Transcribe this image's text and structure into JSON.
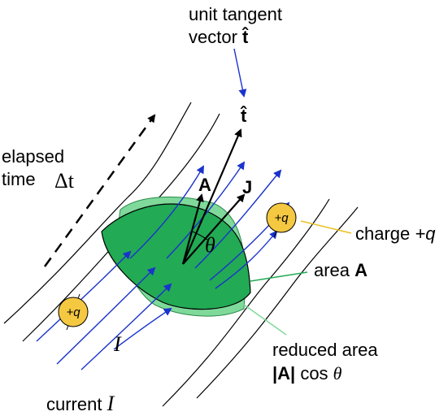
{
  "tangent_label": {
    "line1": "unit tangent",
    "line2_prefix": "vector ",
    "symbol": "t̂"
  },
  "tangent_symbol": "t̂",
  "time_label": {
    "line1": "elapsed",
    "line2": "time",
    "symbol": "Δt"
  },
  "vector_A": "A",
  "vector_J": "J",
  "angle_symbol": "θ",
  "charge_badge": "+q",
  "charge_label": {
    "prefix": "charge ",
    "value": "+q"
  },
  "area_label": {
    "prefix": "area ",
    "symbol": "A"
  },
  "reduced_area_label": {
    "line1": "reduced area",
    "line2_A": "|A|",
    "line2_cos": " cos ",
    "line2_theta": "θ"
  },
  "current_inside": "I",
  "current_label": {
    "prefix": "current ",
    "symbol": "I"
  },
  "colors": {
    "field_line": "#1a33cc",
    "surface_fill": "#22aa55",
    "surface_projected": "#7fd99a",
    "charge_fill": "#f5c842",
    "charge_leader": "#e8c020",
    "area_leader": "#22aa55",
    "reduced_leader": "#7fd99a"
  }
}
